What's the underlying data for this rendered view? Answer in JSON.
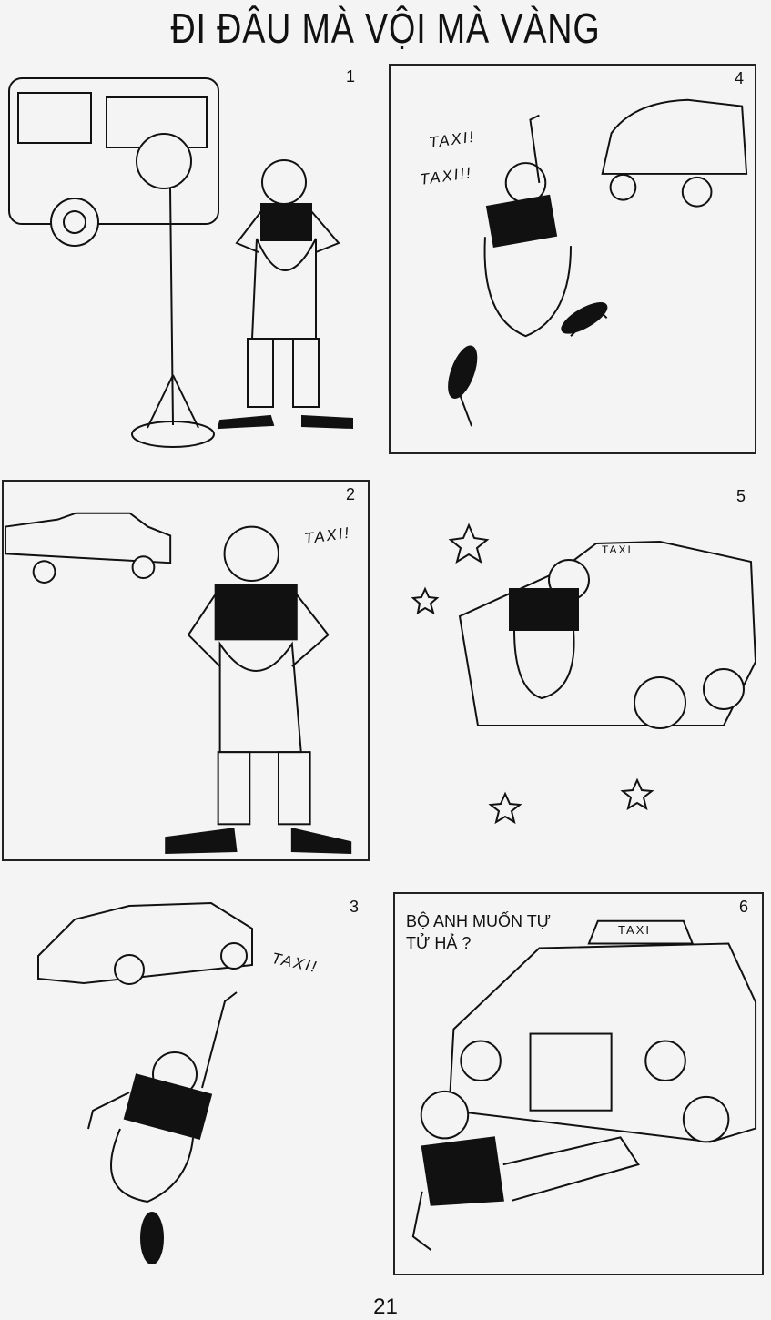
{
  "title": "ĐI ĐÂU MÀ VỘI MÀ VÀNG",
  "panels": [
    {
      "number": "1"
    },
    {
      "number": "2",
      "shout": "TAXI!"
    },
    {
      "number": "3",
      "shout": "TAXI!"
    },
    {
      "number": "4",
      "shout1": "TAXI!",
      "shout2": "TAXI!!"
    },
    {
      "number": "5"
    },
    {
      "number": "6",
      "speech": "BỘ ANH MUỐN TỰ TỬ HẢ ?"
    }
  ],
  "taxi_sign": "TAXI",
  "page_number": "21"
}
